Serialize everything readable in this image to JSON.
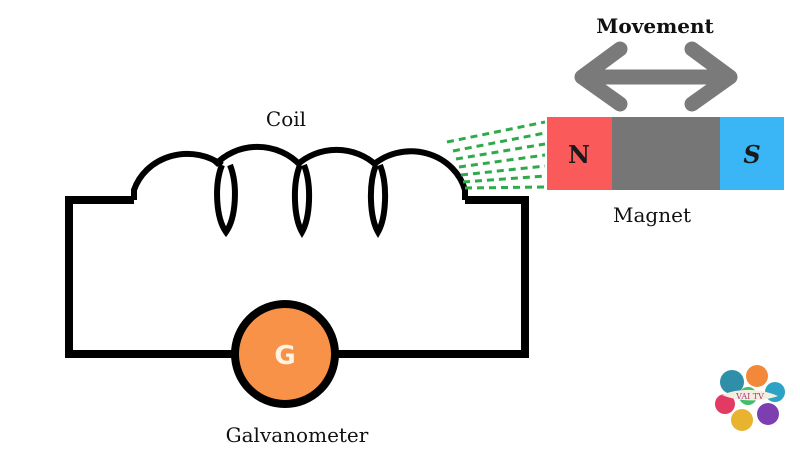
{
  "diagram": {
    "title_movement": "Movement",
    "coil_label": "Coil",
    "magnet_label": "Magnet",
    "galvanometer_label": "Galvanometer",
    "galvanometer_symbol": "G",
    "magnet": {
      "north_label": "N",
      "south_label": "S",
      "north_color": "#fb5a5a",
      "body_color": "#767676",
      "south_color": "#3ab5f5"
    },
    "arrow": {
      "icon": "double-headed-arrow-icon",
      "color": "#7a7a7a",
      "direction": "left-right"
    },
    "field_lines": {
      "color": "#2eaa4a",
      "style": "dashed",
      "count": 7
    },
    "galvanometer_color": "#f89248",
    "wire_color": "#000000",
    "coil_turns": 4,
    "logo": {
      "icon": "colorful-logo-icon",
      "text": "VAI TV"
    }
  }
}
